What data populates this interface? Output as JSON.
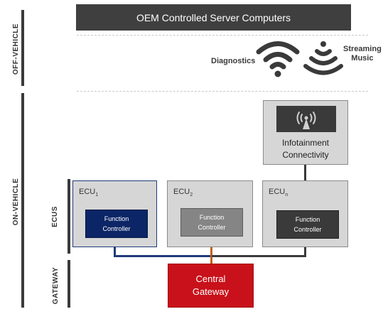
{
  "sections": {
    "off_vehicle": "OFF-VEHICLE",
    "on_vehicle": "ON-VEHICLE",
    "ecus": "ECUS",
    "gateway": "GATEWAY"
  },
  "server": {
    "label": "OEM Controlled Server Computers"
  },
  "services": {
    "diagnostics": "Diagnostics",
    "streaming_line1": "Streaming",
    "streaming_line2": "Music"
  },
  "infotainment": {
    "line1": "Infotainment",
    "line2": "Connectivity",
    "icon": "antenna-icon"
  },
  "ecus": [
    {
      "label": "ECU",
      "sub": "1",
      "fc_line1": "Function",
      "fc_line2": "Controller",
      "fc_color": "#0b2566"
    },
    {
      "label": "ECU",
      "sub": "2",
      "fc_line1": "Function",
      "fc_line2": "Controller",
      "fc_color": "#858585"
    },
    {
      "label": "ECU",
      "sub": "n",
      "fc_line1": "Function",
      "fc_line2": "Controller",
      "fc_color": "#3a3a3a"
    }
  ],
  "gateway": {
    "line1": "Central",
    "line2": "Gateway",
    "color": "#c8111a"
  },
  "colors": {
    "bus_blue": "#1f3a7a",
    "bus_orange": "#c2611c",
    "bus_dark": "#3a3a3a"
  }
}
